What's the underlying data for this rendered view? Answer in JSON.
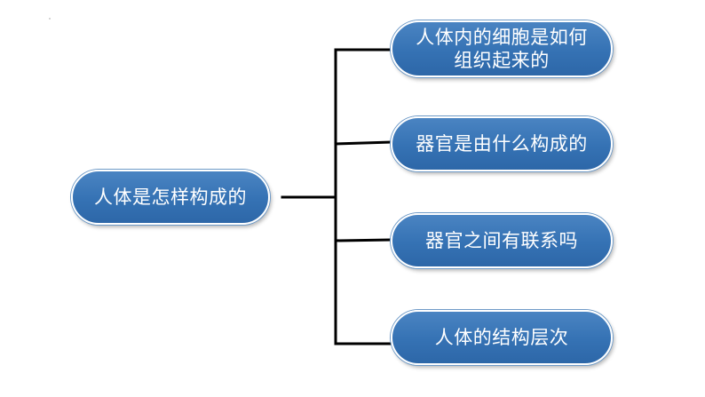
{
  "diagram": {
    "root": {
      "label": "人体是怎样构成的"
    },
    "children": [
      {
        "label": "人体内的细胞是如何组织起来的"
      },
      {
        "label": "器官是由什么构成的"
      },
      {
        "label": "器官之间有联系吗"
      },
      {
        "label": "人体的结构层次"
      }
    ]
  },
  "colors": {
    "node_fill": "#3572b4",
    "node_text": "#ffffff",
    "connector": "#000000",
    "background": "#ffffff"
  }
}
